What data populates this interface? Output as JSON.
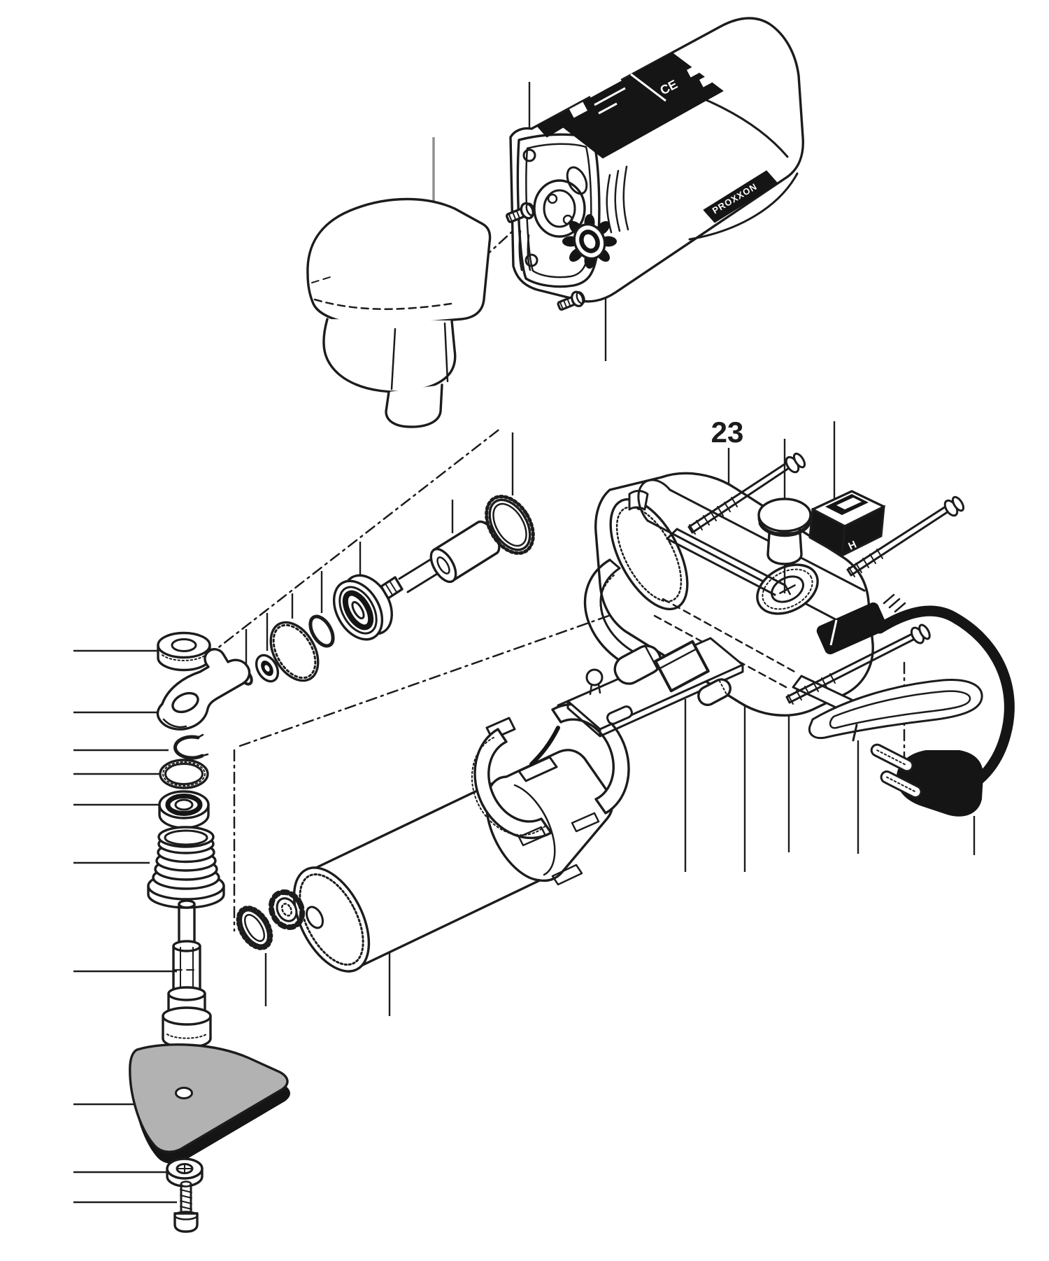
{
  "diagram": {
    "type": "exploded-parts-diagram",
    "subject": "oscillating-power-tool",
    "callout": {
      "number": "23"
    },
    "labels": {
      "brand": "PROXXON",
      "ce_mark": "CE",
      "switch_mark": "H"
    },
    "colors": {
      "line": "#1c1c1c",
      "black_fill": "#151515",
      "pad_fill": "#b2b2b2",
      "leader_gray": "#8e8e8e",
      "background": "#ffffff"
    }
  }
}
